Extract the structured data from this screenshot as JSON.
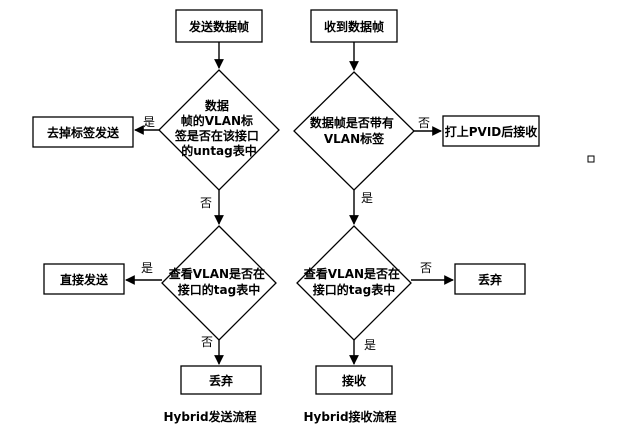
{
  "send_flow": {
    "start": "发送数据帧",
    "decision1": [
      "数据",
      "帧的VLAN标",
      "签是否在该接口",
      "的untag表中"
    ],
    "action1": "去掉标签发送",
    "decision2": [
      "查看VLAN是否在",
      "接口的tag表中"
    ],
    "action2": "直接发送",
    "end": "丢弃",
    "yes1": "是",
    "no1": "否",
    "yes2": "是",
    "no2": "否",
    "caption": "Hybrid发送流程"
  },
  "recv_flow": {
    "start": "收到数据帧",
    "decision1": [
      "数据帧是否带有",
      "VLAN标签"
    ],
    "action1": "打上PVID后接收",
    "decision2": [
      "查看VLAN是否在",
      "接口的tag表中"
    ],
    "action2": "丢弃",
    "end": "接收",
    "no1": "否",
    "yes1": "是",
    "no2": "否",
    "yes2": "是",
    "caption": "Hybrid接收流程"
  }
}
